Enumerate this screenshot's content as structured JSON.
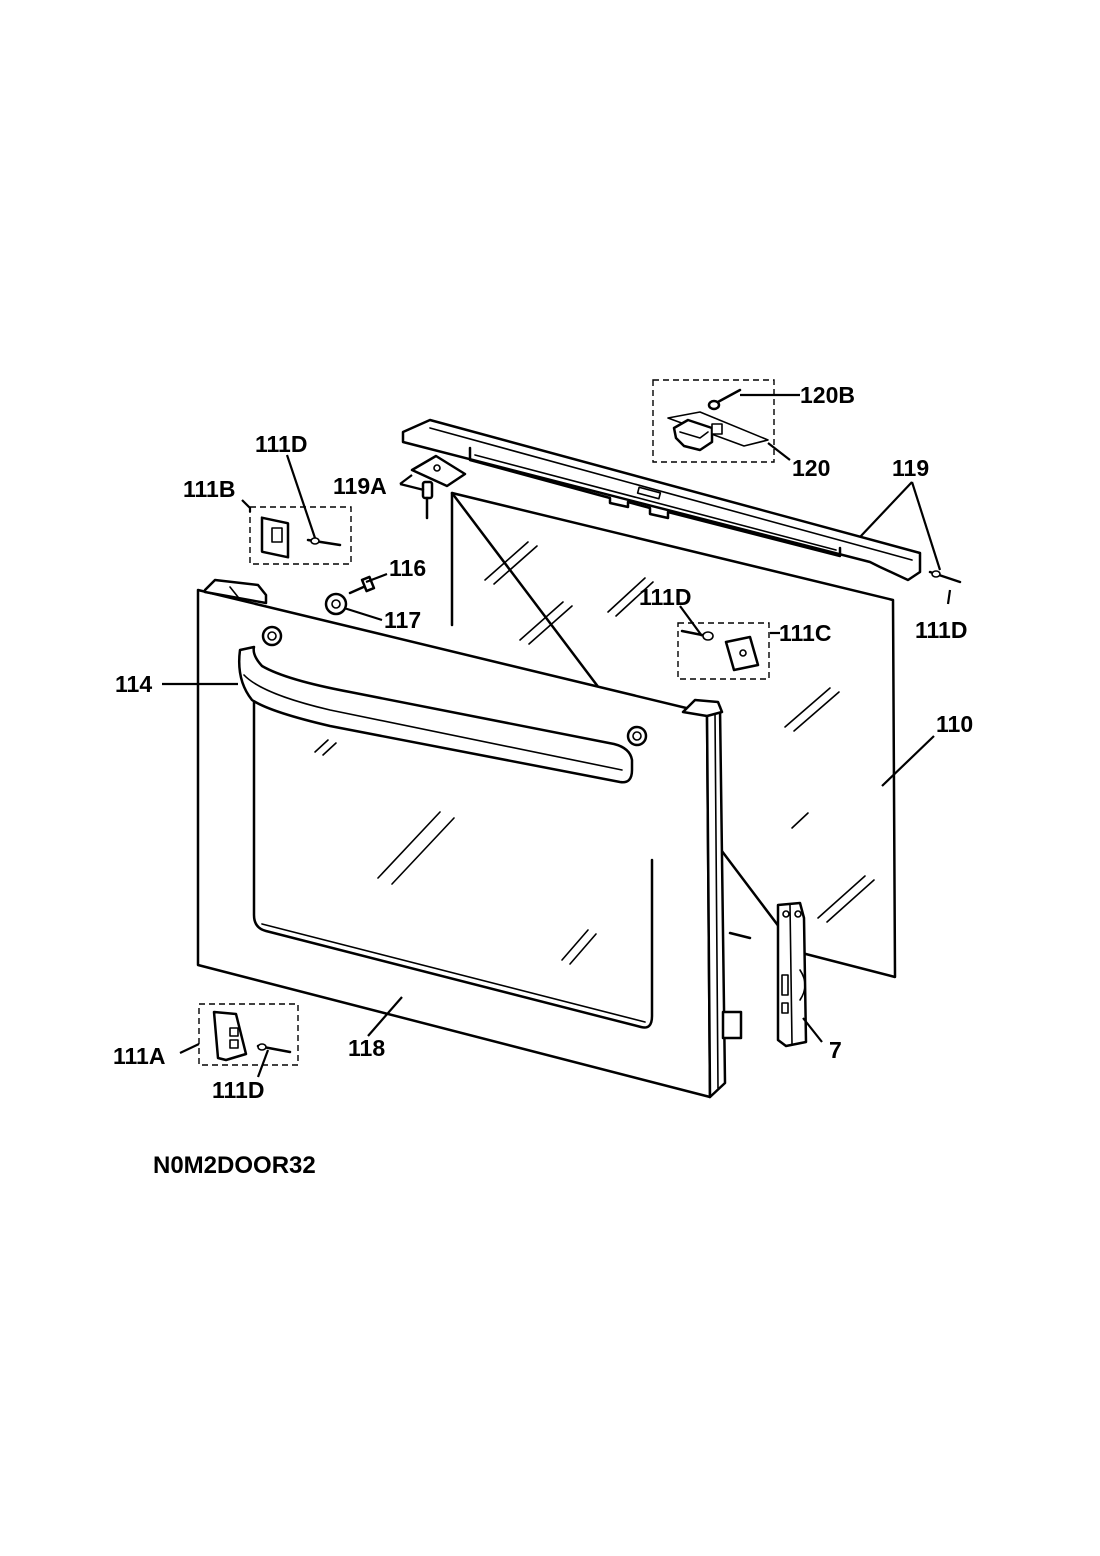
{
  "labels": {
    "l_120B": "120B",
    "l_120": "120",
    "l_119": "119",
    "l_119A": "119A",
    "l_111D_top": "111D",
    "l_111B": "111B",
    "l_116": "116",
    "l_117": "117",
    "l_111D_mid": "111D",
    "l_111C": "111C",
    "l_111D_right": "111D",
    "l_114": "114",
    "l_110": "110",
    "l_7": "7",
    "l_118": "118",
    "l_111A": "111A",
    "l_111D_bottom": "111D"
  },
  "drawing_code": "N0M2DOOR32"
}
